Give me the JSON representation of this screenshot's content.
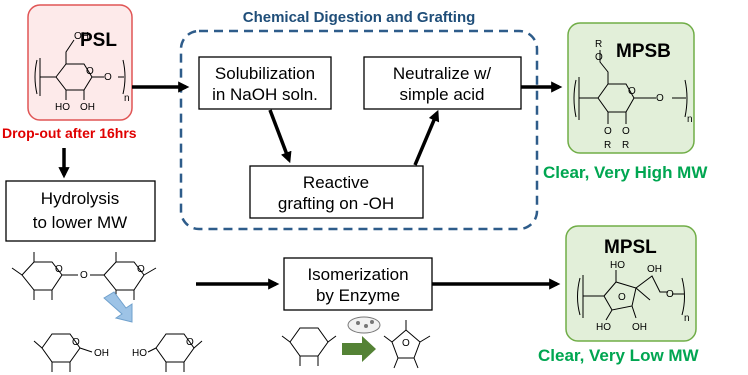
{
  "diagram": {
    "title": "Chemical Digestion and Grafting",
    "nodes": {
      "psl": {
        "label": "PSL"
      },
      "mpsb": {
        "label": "MPSB",
        "caption": "Clear, Very High MW"
      },
      "mpsl": {
        "label": "MPSL",
        "caption": "Clear, Very Low MW"
      },
      "dropout": {
        "label": "Drop-out after 16hrs"
      },
      "solubilization": {
        "line1": "Solubilization",
        "line2": "in NaOH soln."
      },
      "neutralize": {
        "line1": "Neutralize w/",
        "line2": "simple acid"
      },
      "reactive": {
        "line1": "Reactive",
        "line2": "grafting on -OH"
      },
      "hydrolysis": {
        "line1": "Hydrolysis",
        "line2": "to lower MW"
      },
      "isomerization": {
        "line1": "Isomerization",
        "line2": "by Enzyme"
      }
    },
    "chem_labels": {
      "oh": "OH",
      "ho": "HO",
      "o": "O",
      "r": "R",
      "n": "n"
    },
    "colors": {
      "title": "#1f4e79",
      "dashed_border": "#2e5c8a",
      "green_text": "#00a651",
      "red_text": "#e00000",
      "green_fill": "#e2efd9",
      "green_border": "#70ad47",
      "pink_fill": "#fdeaea",
      "pink_border": "#e05555",
      "blue_arrow": "#9dc3e6",
      "green_arrow": "#548235"
    }
  }
}
